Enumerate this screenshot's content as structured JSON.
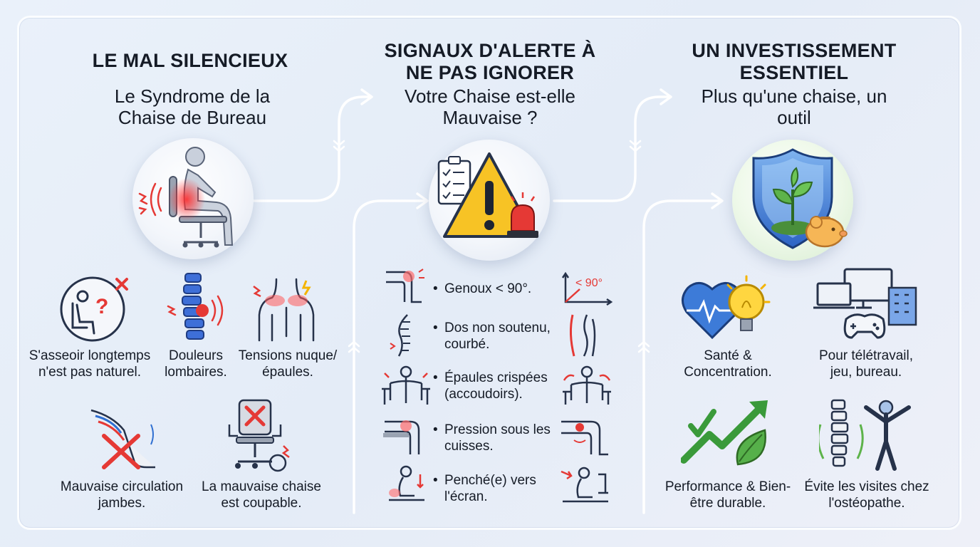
{
  "columns": [
    {
      "title": "LE MAL SILENCIEUX",
      "subtitle": "Le Syndrome de la Chaise de Bureau",
      "items": [
        "S'asseoir longtemps n'est pas naturel.",
        "Douleurs lombaires.",
        "Tensions nuque/épaules.",
        "Mauvaise circulation jambes.",
        "La mauvaise chaise est coupable."
      ]
    },
    {
      "title": "SIGNAUX D'ALERTE À NE PAS IGNORER",
      "subtitle": "Votre Chaise est-elle Mauvaise ?",
      "items": [
        "Genoux < 90°.",
        "Dos non soutenu, courbé.",
        "Épaules crispées (accoudoirs).",
        "Pression sous les cuisses.",
        "Penché(e) vers l'écran."
      ],
      "angle_label": "< 90°"
    },
    {
      "title": "UN INVESTISSEMENT ESSENTIEL",
      "subtitle": "Plus qu'une chaise, un outil",
      "items": [
        "Santé & Concentration.",
        "Pour télétravail, jeu, bureau.",
        "Performance & Bien-être durable.",
        "Évite les visites chez l'ostéopathe."
      ]
    }
  ],
  "colors": {
    "accent_red": "#e53935",
    "warning_yellow": "#f7c325",
    "blue": "#2f6fd1",
    "green": "#43a047",
    "ink": "#1f2a44"
  }
}
